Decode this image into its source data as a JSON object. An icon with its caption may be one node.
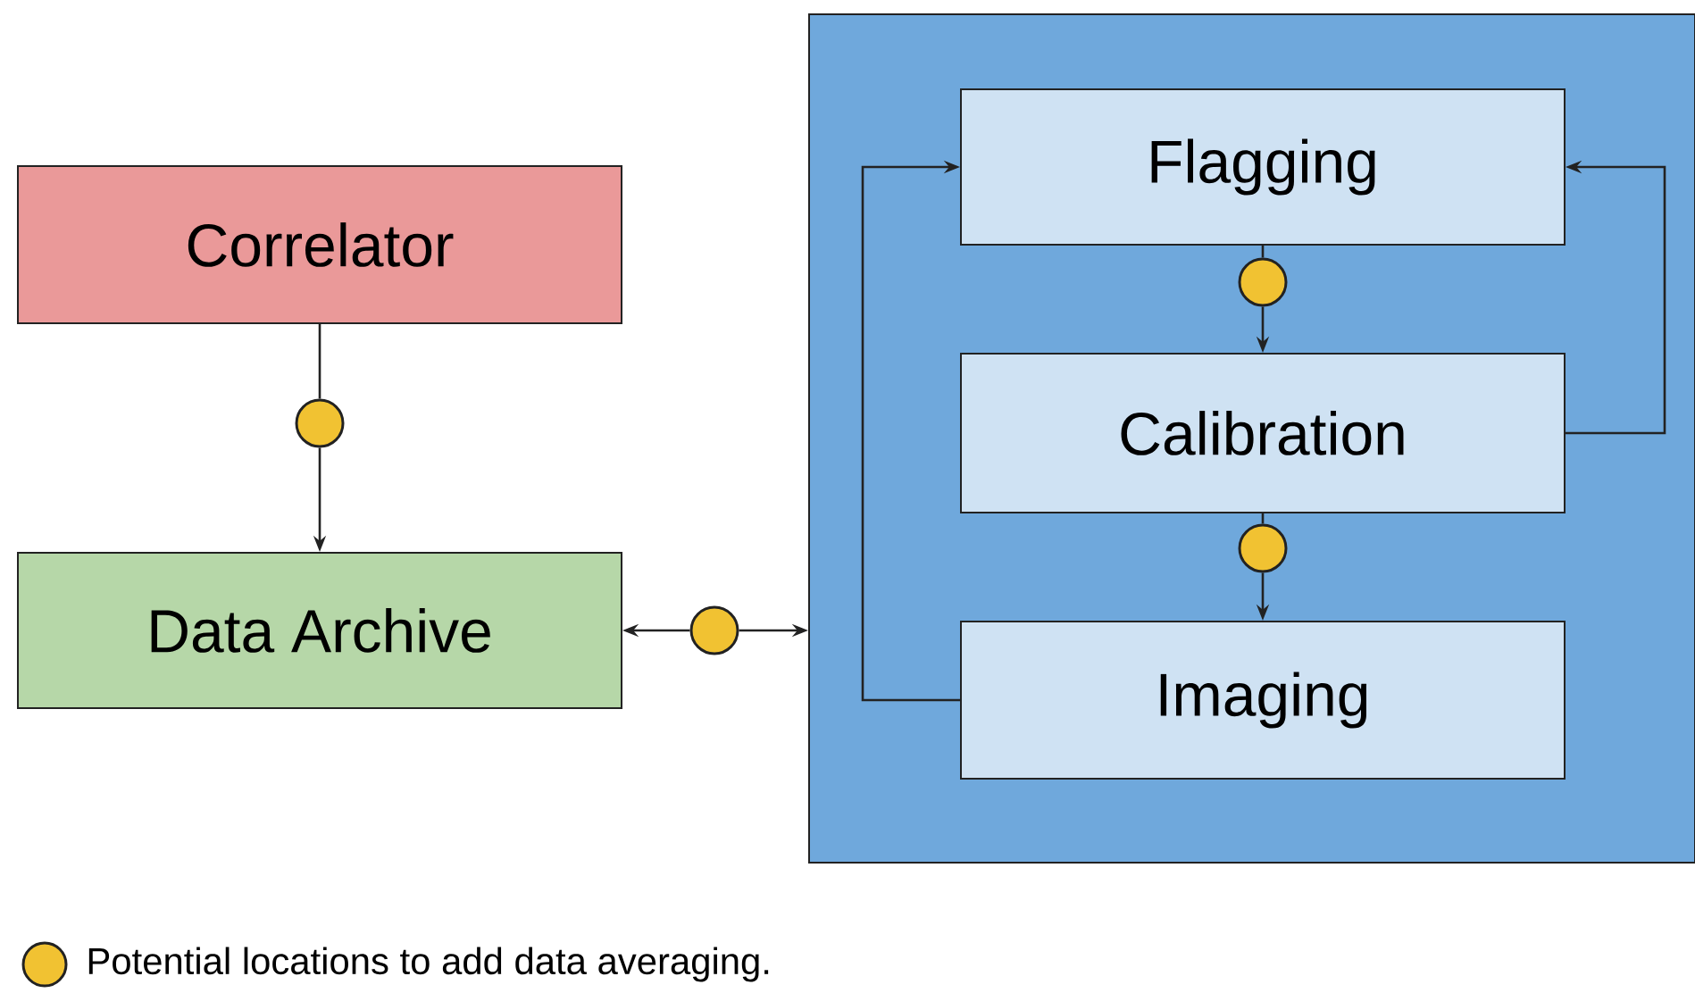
{
  "diagram": {
    "nodes": [
      {
        "text": [
          "Correlator"
        ]
      },
      {
        "text": [],
        "shape": "circle"
      },
      {
        "text": [
          "Data Archive"
        ]
      },
      {
        "text": [],
        "shape": "circle"
      },
      {
        "text": [],
        "shape": "box"
      },
      {
        "text": [
          "Flagging"
        ],
        "in": 4
      },
      {
        "text": [],
        "shape": "circle",
        "in": 4
      },
      {
        "text": [
          "Calibration"
        ],
        "in": 4
      },
      {
        "text": [],
        "shape": "circle",
        "in": 4
      },
      {
        "text": [
          "Imaging"
        ],
        "in": 4
      }
    ],
    "edges": [
      {
        "from": 0,
        "to": 1,
        "arrow": "none"
      },
      {
        "from": 1,
        "to": 2,
        "arrow": "to"
      },
      {
        "from": 3,
        "to": 2,
        "arrow": "to"
      },
      {
        "from": 3,
        "to": 4,
        "arrow": "to"
      },
      {
        "from": 5,
        "to": 6,
        "arrow": "none"
      },
      {
        "from": 6,
        "to": 7,
        "arrow": "to"
      },
      {
        "from": 7,
        "to": 8,
        "arrow": "none"
      },
      {
        "from": 8,
        "to": 9,
        "arrow": "to"
      },
      {
        "from": 7,
        "to": 5,
        "arrow": "to"
      },
      {
        "from": 9,
        "to": 5,
        "arrow": "to"
      }
    ],
    "legend": [
      {
        "text": "Potential locations to add data averaging.",
        "color": "#f1c232"
      }
    ]
  }
}
